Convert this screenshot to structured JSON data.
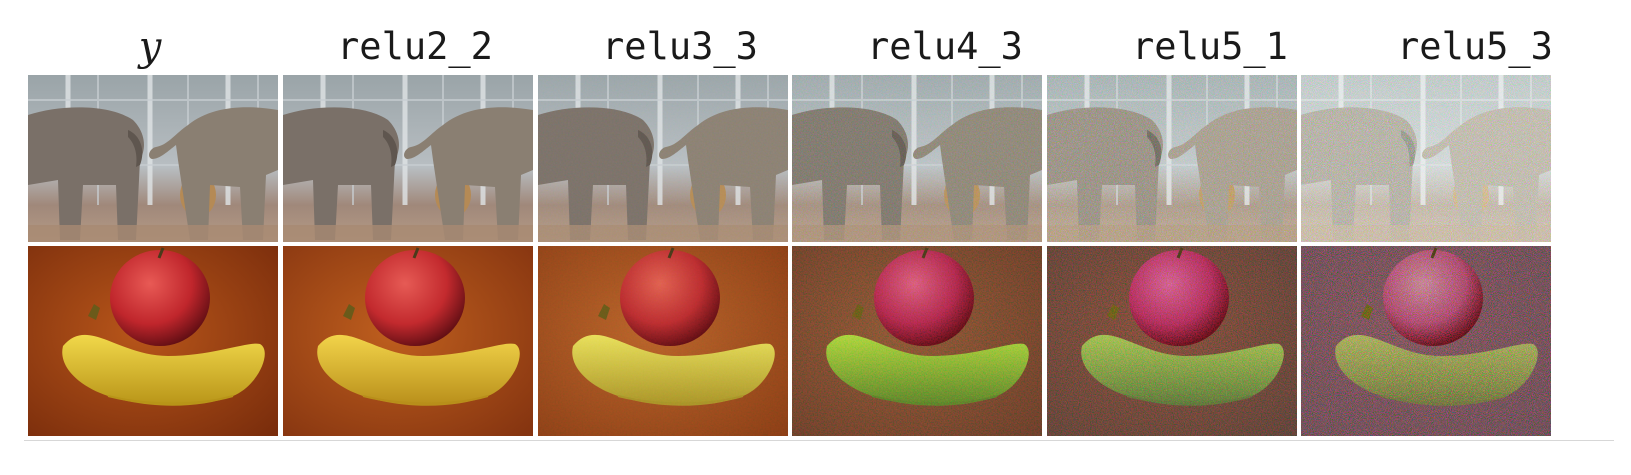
{
  "columns": [
    {
      "label": "y",
      "style": "math",
      "level": 0
    },
    {
      "label": "relu2_2",
      "style": "mono",
      "level": 1
    },
    {
      "label": "relu3_3",
      "style": "mono",
      "level": 2
    },
    {
      "label": "relu4_3",
      "style": "mono",
      "level": 3
    },
    {
      "label": "relu5_1",
      "style": "mono",
      "level": 4
    },
    {
      "label": "relu5_3",
      "style": "mono",
      "level": 5
    }
  ],
  "rows": [
    "elephants",
    "apple-and-banana"
  ]
}
